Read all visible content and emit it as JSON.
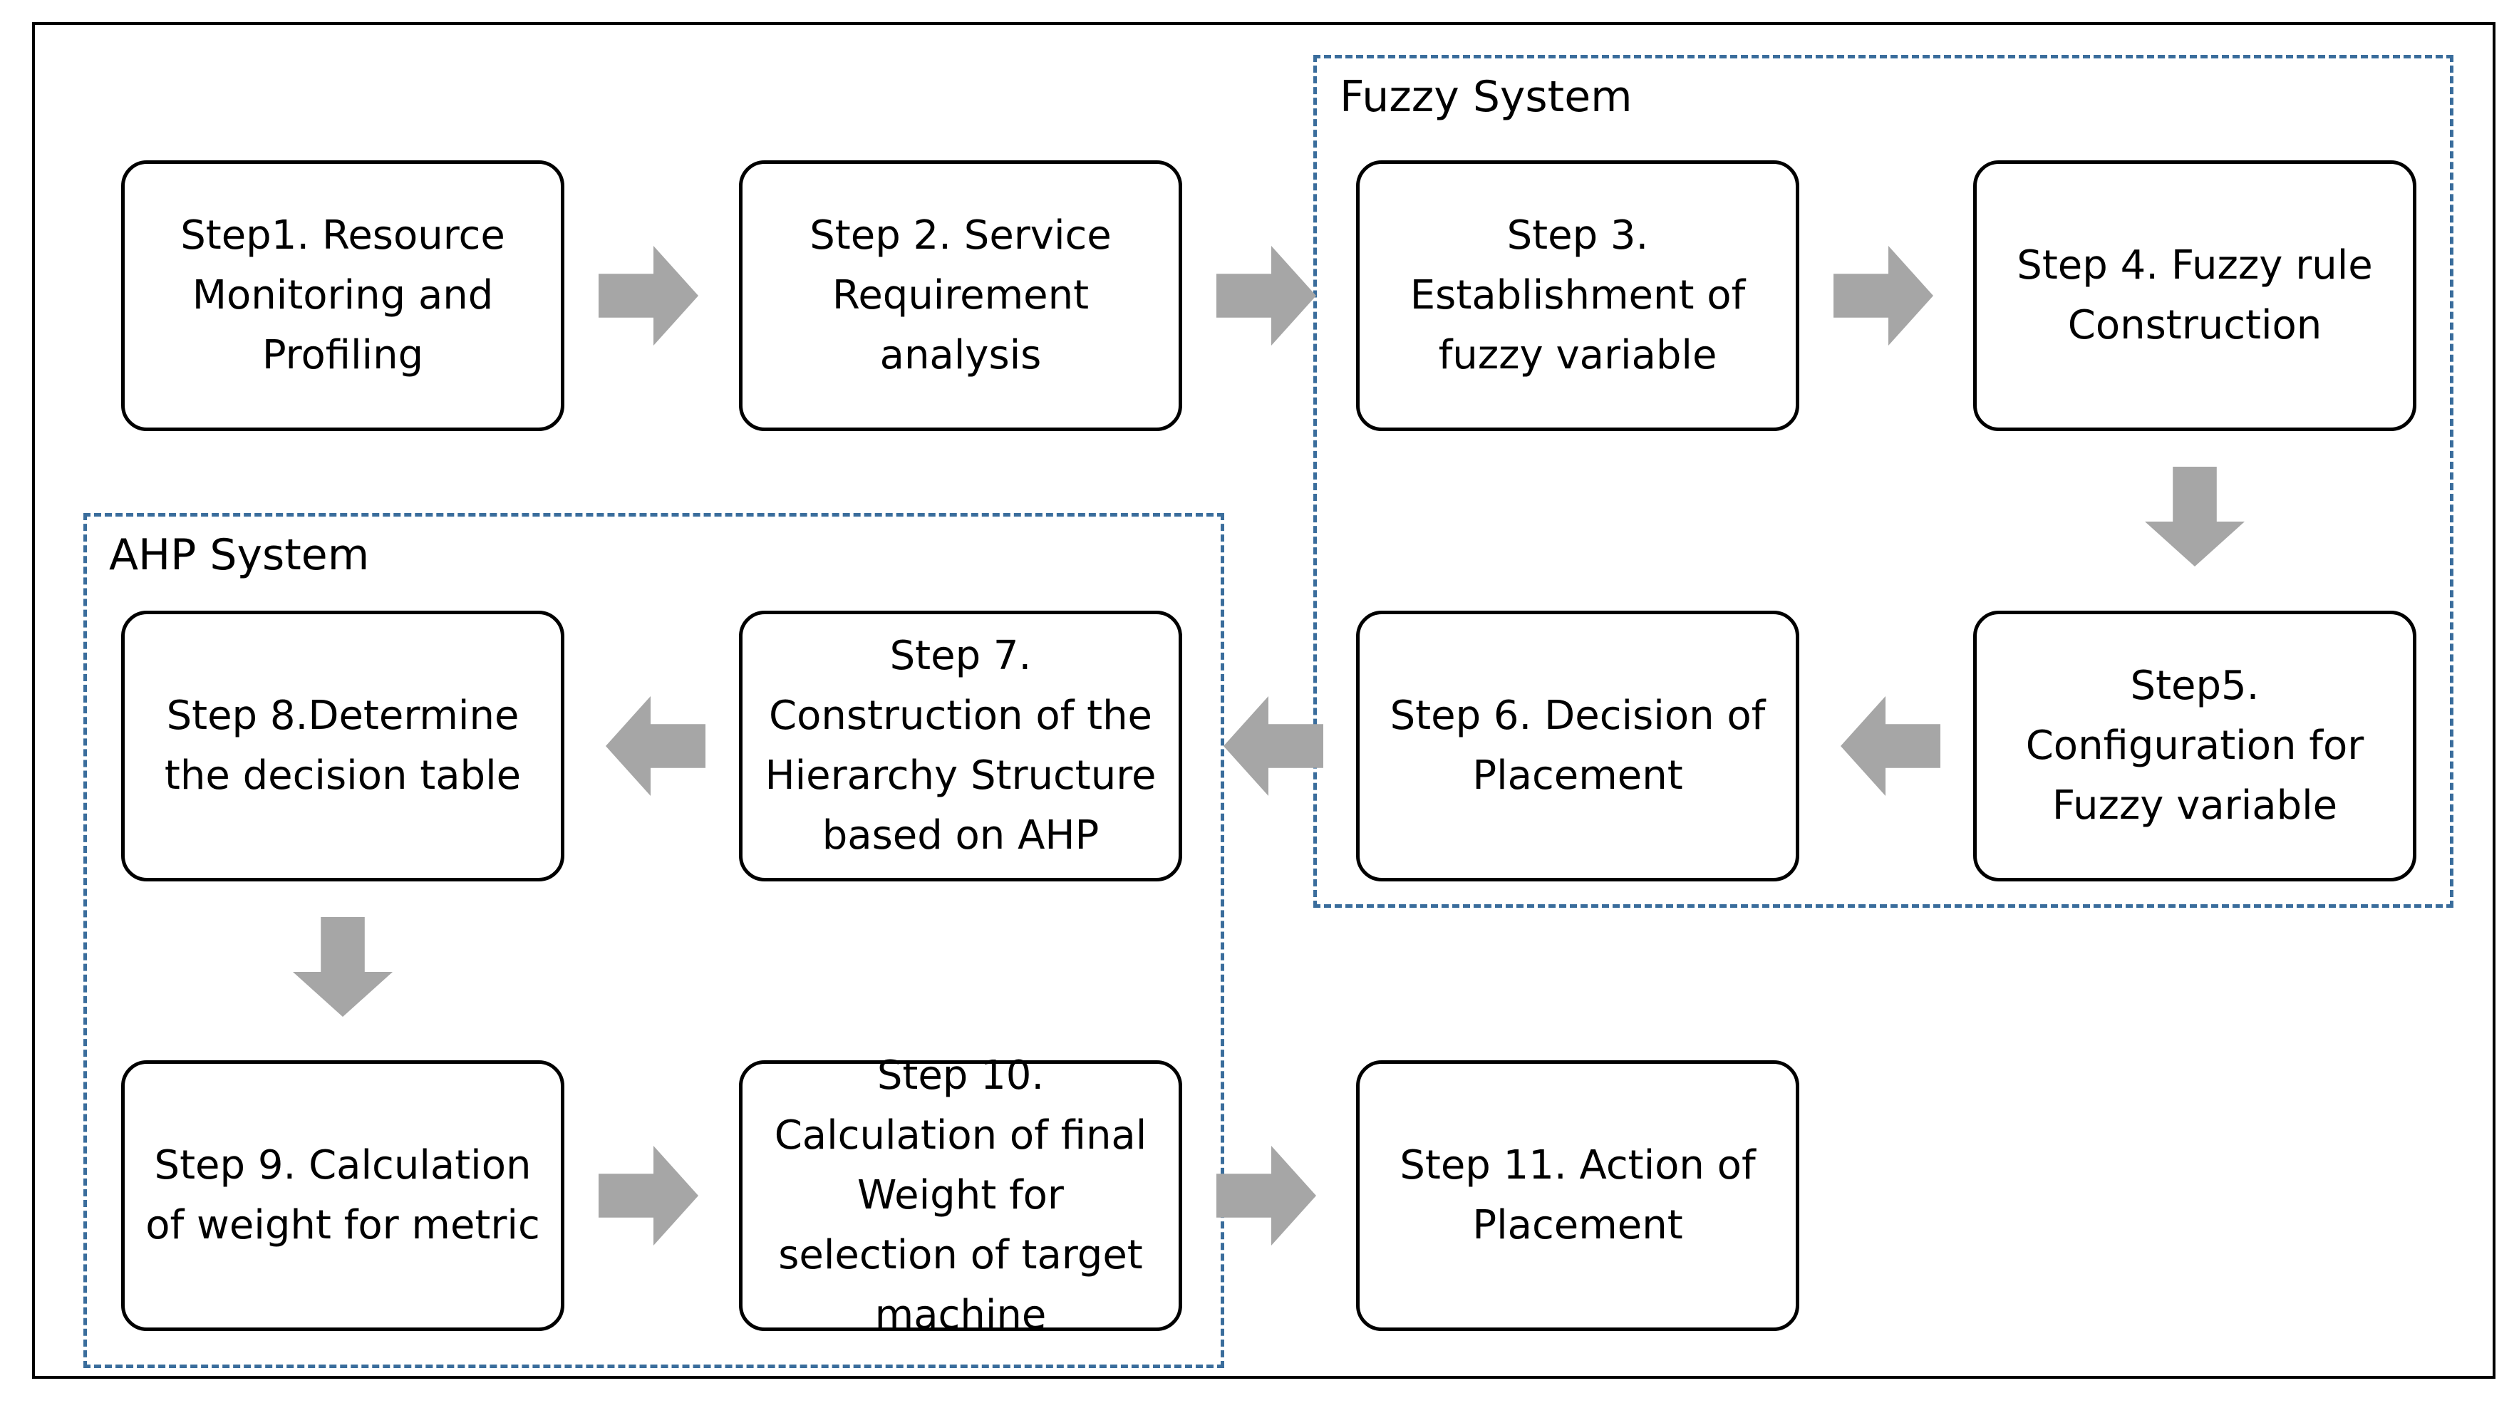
{
  "colors": {
    "arrow": "#a6a6a6",
    "group_border": "#3a6d9c",
    "box_border": "#000000"
  },
  "groups": {
    "fuzzy": {
      "label": "Fuzzy System"
    },
    "ahp": {
      "label": "AHP System"
    }
  },
  "steps": {
    "s1": "Step1. Resource Monitoring and Profiling",
    "s2": "Step 2. Service Requirement analysis",
    "s3": "Step 3. Establishment of fuzzy variable",
    "s4": "Step 4. Fuzzy rule Construction",
    "s5": "Step5. Configuration for Fuzzy variable",
    "s6": "Step 6. Decision of Placement",
    "s7": "Step 7. Construction of the Hierarchy Structure based on AHP",
    "s8": "Step 8.Determine the decision table",
    "s9": "Step 9. Calculation of weight for metric",
    "s10": "Step 10. Calculation of final Weight for selection of target machine",
    "s11": "Step 11. Action of Placement"
  },
  "arrows": [
    {
      "name": "arrow-step1-to-step2",
      "direction": "right"
    },
    {
      "name": "arrow-step2-to-step3",
      "direction": "right"
    },
    {
      "name": "arrow-step3-to-step4",
      "direction": "right"
    },
    {
      "name": "arrow-step4-to-step5",
      "direction": "down"
    },
    {
      "name": "arrow-step5-to-step6",
      "direction": "left"
    },
    {
      "name": "arrow-step6-to-step7",
      "direction": "left"
    },
    {
      "name": "arrow-step7-to-step8",
      "direction": "left"
    },
    {
      "name": "arrow-step8-to-step9",
      "direction": "down"
    },
    {
      "name": "arrow-step9-to-step10",
      "direction": "right"
    },
    {
      "name": "arrow-step10-to-step11",
      "direction": "right"
    }
  ]
}
